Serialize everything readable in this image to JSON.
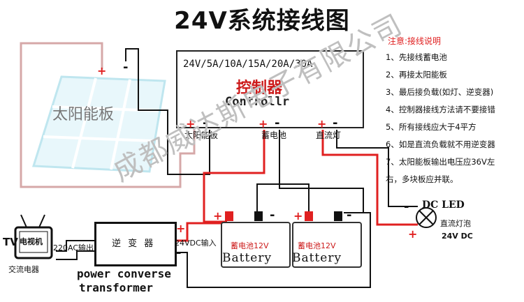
{
  "title": "24V系统接线图",
  "notes": {
    "heading": "注意:接线说明",
    "items": [
      "1、先接线蓄电池",
      "2、再接太阳能板",
      "3、最后接负载(如灯、逆变器)",
      "4、控制器接线方法请不要接错",
      "5、所有接线应大于4平方",
      "6、如是直流负载就不用逆变器",
      "7、太阳能板输出电压应36V左",
      "右，多块板应并联。"
    ]
  },
  "controller": {
    "ratings": "24V/5A/10A/15A/20A/30A",
    "name_cn": "控制器",
    "name_en": "Controllr",
    "terminals": [
      "太阳能板",
      "蓄电池",
      "直流灯"
    ]
  },
  "solar_panel": {
    "label": "太阳能板"
  },
  "batteries": [
    {
      "label_cn": "蓄电池12V",
      "label_en": "Battery"
    },
    {
      "label_cn": "蓄电池12V",
      "label_en": "Battery"
    }
  ],
  "inverter": {
    "label_cn": "逆 变 器",
    "label_en_1": "power converse",
    "label_en_2": "transformer",
    "input_label": "24VDC输入",
    "output_label": "220AC输出"
  },
  "tv": {
    "label": "电视机",
    "prefix": "TV",
    "caption": "交流电器"
  },
  "led": {
    "label": "DC LED",
    "bulb_label": "直流灯泡",
    "voltage": "24V DC"
  },
  "symbols": {
    "plus": "+",
    "minus": "-"
  },
  "watermark": "成都威达斯电子有限公司",
  "colors": {
    "positive": "#e02020",
    "negative": "#111111",
    "panel_line": "#d8b9b9"
  }
}
